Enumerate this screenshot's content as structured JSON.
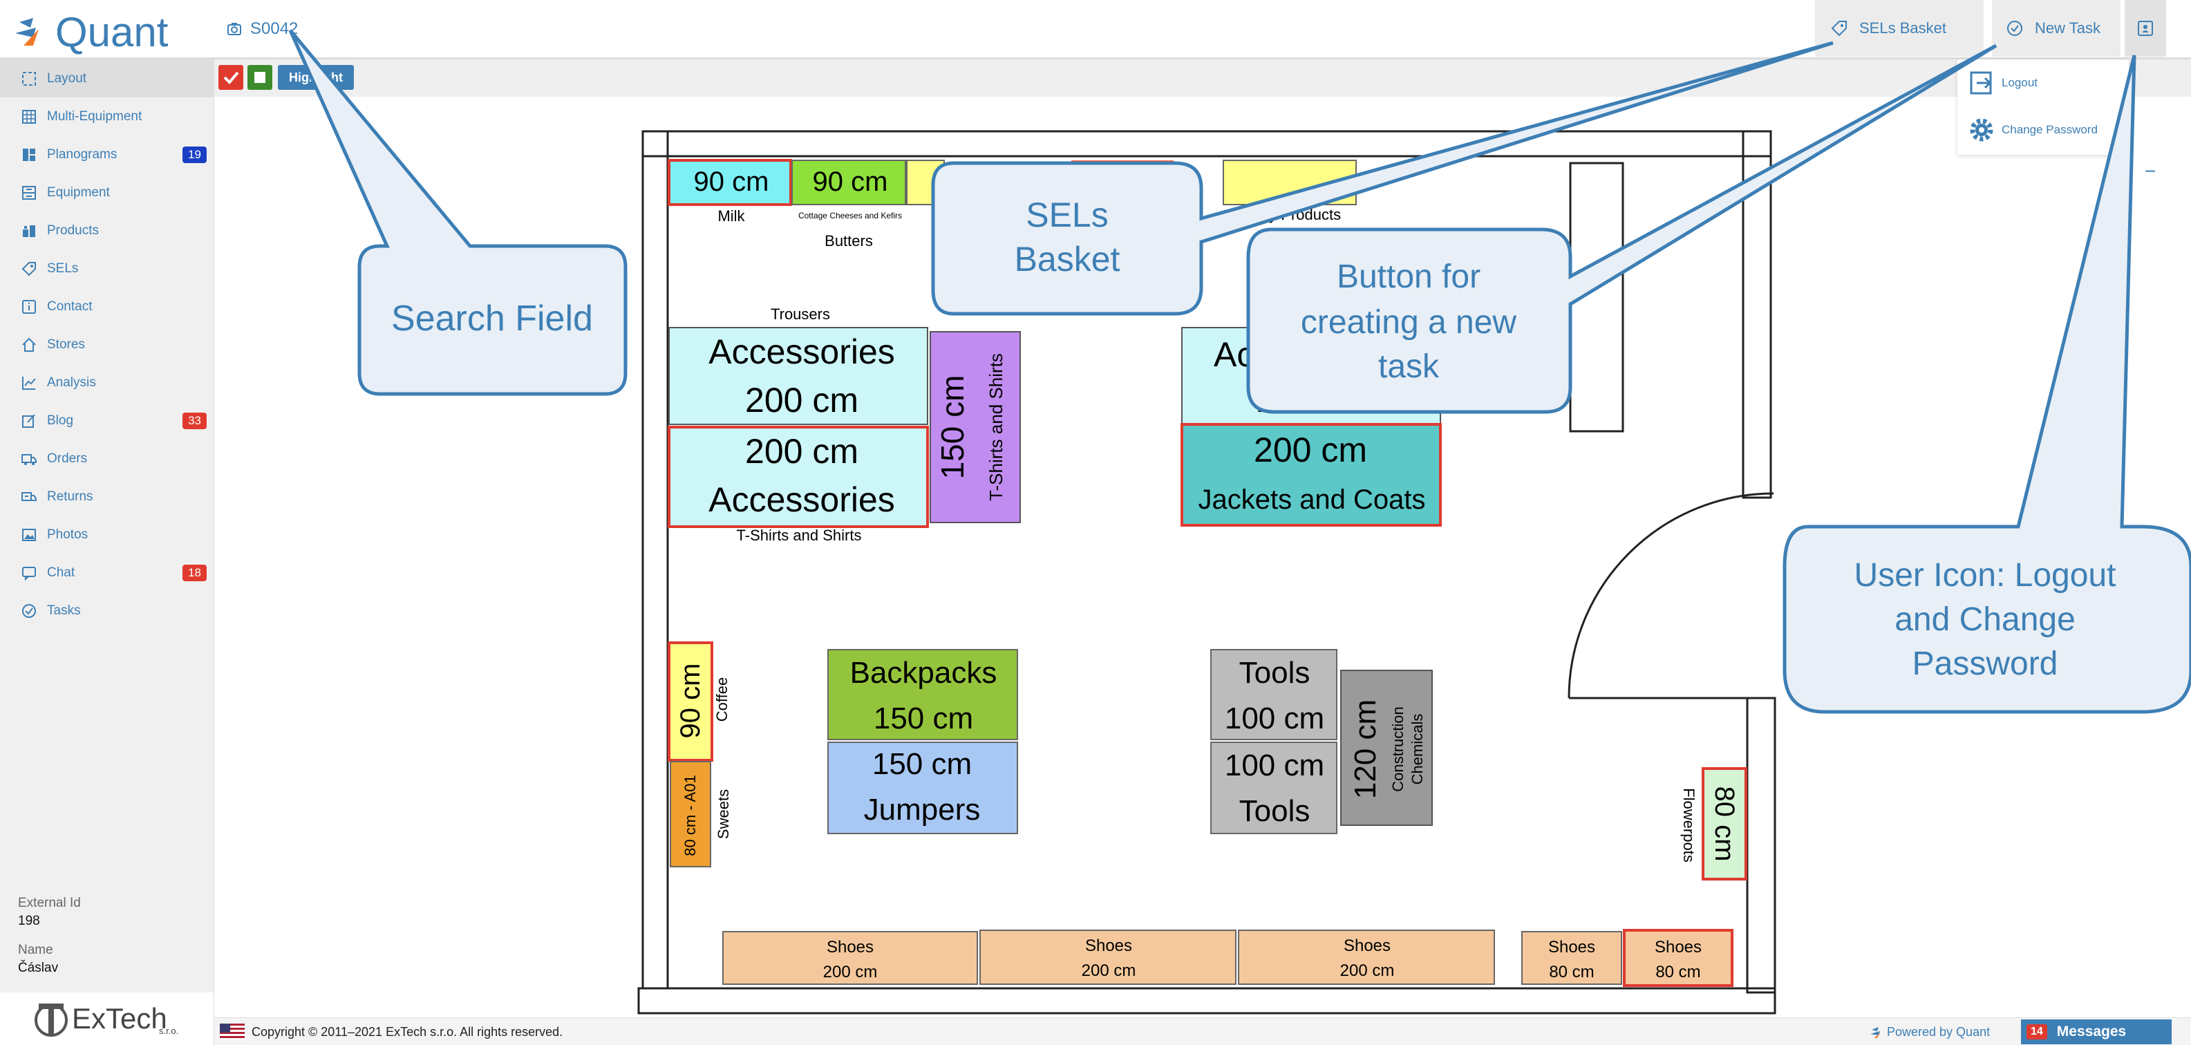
{
  "app": {
    "name": "Quant",
    "store_code": "S0042"
  },
  "header": {
    "sels_basket": "SELs Basket",
    "new_task": "New Task"
  },
  "user_menu": {
    "logout": "Logout",
    "change_password": "Change Password"
  },
  "toolbar": {
    "highlight": "Highlight"
  },
  "sidebar": {
    "items": [
      {
        "label": "Layout",
        "icon": "layout-icon"
      },
      {
        "label": "Multi-Equipment",
        "icon": "multi-equipment-icon"
      },
      {
        "label": "Planograms",
        "icon": "planograms-icon",
        "badge": "19",
        "badge_color": "#1b3fc4"
      },
      {
        "label": "Equipment",
        "icon": "equipment-icon"
      },
      {
        "label": "Products",
        "icon": "products-icon"
      },
      {
        "label": "SELs",
        "icon": "tag-icon"
      },
      {
        "label": "Contact",
        "icon": "info-icon"
      },
      {
        "label": "Stores",
        "icon": "store-icon"
      },
      {
        "label": "Analysis",
        "icon": "chart-icon"
      },
      {
        "label": "Blog",
        "icon": "edit-icon",
        "badge": "33",
        "badge_color": "#e03a2f"
      },
      {
        "label": "Orders",
        "icon": "truck-icon"
      },
      {
        "label": "Returns",
        "icon": "returns-icon"
      },
      {
        "label": "Photos",
        "icon": "photo-icon"
      },
      {
        "label": "Chat",
        "icon": "chat-icon",
        "badge": "18",
        "badge_color": "#e03a2f"
      },
      {
        "label": "Tasks",
        "icon": "check-circle-icon"
      }
    ]
  },
  "store_info": {
    "external_id_label": "External Id",
    "external_id": "198",
    "name_label": "Name",
    "name": "Čáslav"
  },
  "company": {
    "name": "ExTech",
    "suffix": "s.r.o."
  },
  "footer": {
    "copyright": "Copyright © 2011–2021 ExTech s.r.o. All rights reserved.",
    "powered": "Powered by Quant",
    "messages_count": "14",
    "messages": "Messages",
    "minus": "−"
  },
  "callouts": {
    "search": "Search Field",
    "sels": [
      "SELs",
      "Basket"
    ],
    "new_task": [
      "Button for",
      "creating a new",
      "task"
    ],
    "user": [
      "User Icon: Logout",
      "and Change",
      "Password"
    ]
  },
  "layout": {
    "milk_size": "90 cm",
    "milk": "Milk",
    "cottage_size": "90 cm",
    "cottage": "Cottage Cheeses and Kefirs",
    "butters": "Butters",
    "dairy": "Dairy Products",
    "trousers": "Trousers",
    "acc1": [
      "Accessories",
      "200 cm"
    ],
    "acc2": [
      "200 cm",
      "Accessories"
    ],
    "tshirt_label": "T-Shirts and Shirts",
    "tshirt_v_size": "150 cm",
    "tshirt_v": "T-Shirts and Shirts",
    "acr_partial": "Ac",
    "acr_under": "200 cm",
    "jackets": [
      "200 cm",
      "Jackets and Coats"
    ],
    "coffee_size": "90 cm",
    "coffee": "Coffee",
    "sweets_size": "80 cm - A01",
    "sweets": "Sweets",
    "backpacks": [
      "Backpacks",
      "150 cm"
    ],
    "jumpers": [
      "150 cm",
      "Jumpers"
    ],
    "tools1": [
      "Tools",
      "100 cm"
    ],
    "tools2": [
      "100 cm",
      "Tools"
    ],
    "constr_size": "120 cm",
    "constr": [
      "Construction",
      "Chemicals"
    ],
    "flower_size": "80 cm",
    "flower": "Flowerpots",
    "shoes": [
      [
        "Shoes",
        "200 cm"
      ],
      [
        "Shoes",
        "200 cm"
      ],
      [
        "Shoes",
        "200 cm"
      ],
      [
        "Shoes",
        "80 cm"
      ],
      [
        "Shoes",
        "80 cm"
      ]
    ]
  },
  "colors": {
    "accent": "#3d7fb5",
    "callout_fill": "#e8eff6",
    "milk": "#7cf0f4",
    "green": "#8ee03a",
    "yellow": "#ffff88",
    "cyan_light": "#ccf6f8",
    "purple": "#c08cf0",
    "teal": "#5cc8c8",
    "orange": "#f0a030",
    "olive": "#94c43c",
    "blue_light": "#a8c8f4",
    "grey": "#bcbcbc",
    "dark_grey": "#9a9a9a",
    "mint": "#d4f4d4",
    "shoes": "#f4c89c",
    "red": "#e03a2f"
  }
}
